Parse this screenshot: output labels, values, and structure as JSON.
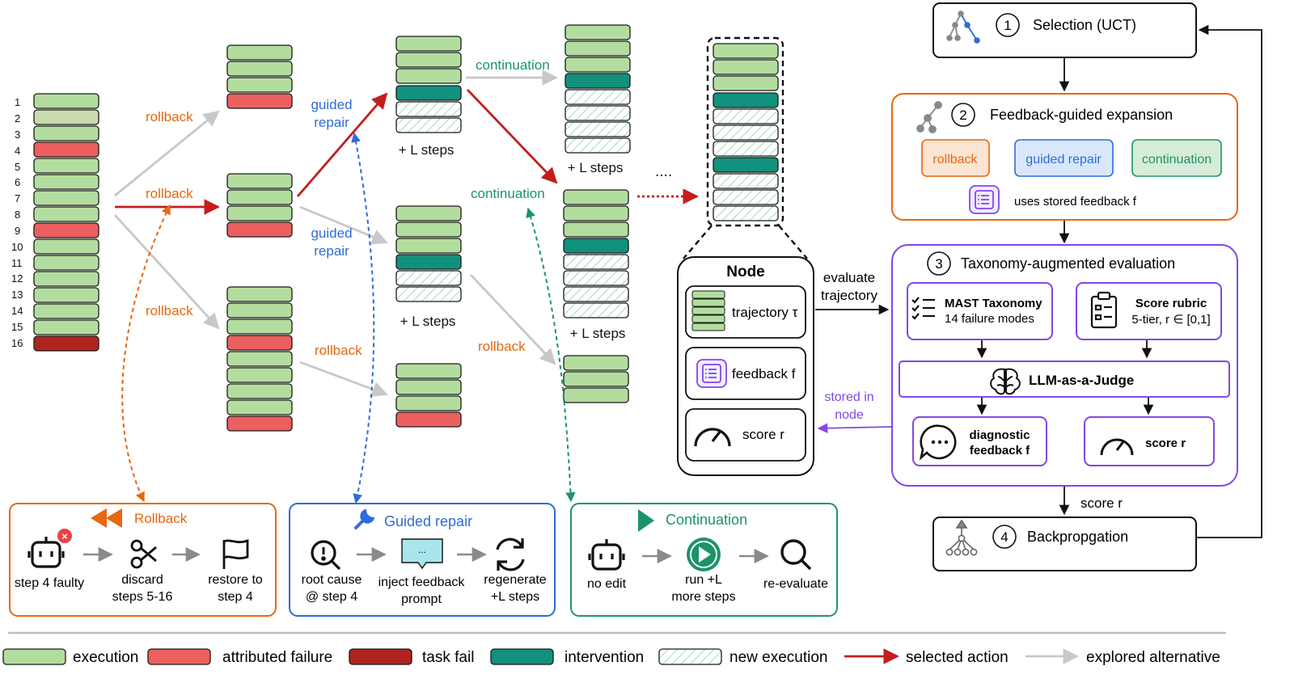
{
  "step_numbers": [
    "1",
    "2",
    "3",
    "4",
    "5",
    "6",
    "7",
    "8",
    "9",
    "10",
    "11",
    "12",
    "13",
    "14",
    "15",
    "16"
  ],
  "tree": {
    "rollback": "rollback",
    "guided_line1": "guided",
    "guided_line2": "repair",
    "continuation": "continuation",
    "plus_l_steps": "+ L steps",
    "ellipsis": "...."
  },
  "node_card": {
    "title": "Node",
    "trajectory": "trajectory τ",
    "feedback": "feedback f",
    "score": "score r"
  },
  "arrows": {
    "evaluate_line1": "evaluate",
    "evaluate_line2": "trajectory",
    "stored_line1": "stored in",
    "stored_line2": "node",
    "score_r": "score r"
  },
  "pipeline": {
    "selection": {
      "num": "1",
      "label": "Selection (UCT)"
    },
    "expansion": {
      "num": "2",
      "label": "Feedback-guided expansion",
      "chips": [
        "rollback",
        "guided repair",
        "continuation"
      ],
      "uses_feedback": "uses stored feedback f"
    },
    "evaluation": {
      "num": "3",
      "label": "Taxonomy-augmented evaluation",
      "mast_title": "MAST Taxonomy",
      "mast_sub": "14 failure modes",
      "rubric_title": "Score rubric",
      "rubric_sub": "5-tier, r ∈ [0,1]",
      "judge": "LLM-as-a-Judge",
      "diag_line1": "diagnostic",
      "diag_line2": "feedback f",
      "score": "score r"
    },
    "backprop": {
      "num": "4",
      "label": "Backpropgation"
    }
  },
  "panels": {
    "rollback": {
      "title": "Rollback",
      "s1": "step 4 faulty",
      "s2a": "discard",
      "s2b": "steps 5-16",
      "s3a": "restore to",
      "s3b": "step 4"
    },
    "repair": {
      "title": "Guided repair",
      "s1a": "root cause",
      "s1b": "@ step 4",
      "s2a": "inject feedback",
      "s2b": "prompt",
      "s3a": "regenerate",
      "s3b": "+L steps"
    },
    "continuation": {
      "title": "Continuation",
      "s1": "no edit",
      "s2a": "run +L",
      "s2b": "more steps",
      "s3": "re-evaluate"
    }
  },
  "legend": [
    "execution",
    "attributed failure",
    "task fail",
    "intervention",
    "new execution",
    "selected action",
    "explored alternative"
  ],
  "colors": {
    "execution": "#b3dd9e",
    "light_execution": "#c8dcb0",
    "failure": "#ec5f5f",
    "task_fail": "#b02420",
    "intervention": "#12917d",
    "orange": "#e8670f",
    "blue": "#2f6bd9",
    "green": "#1b9468",
    "purple": "#8247e5",
    "red_arrow": "#c41d1d",
    "gray_arrow": "#c8c8c8"
  }
}
